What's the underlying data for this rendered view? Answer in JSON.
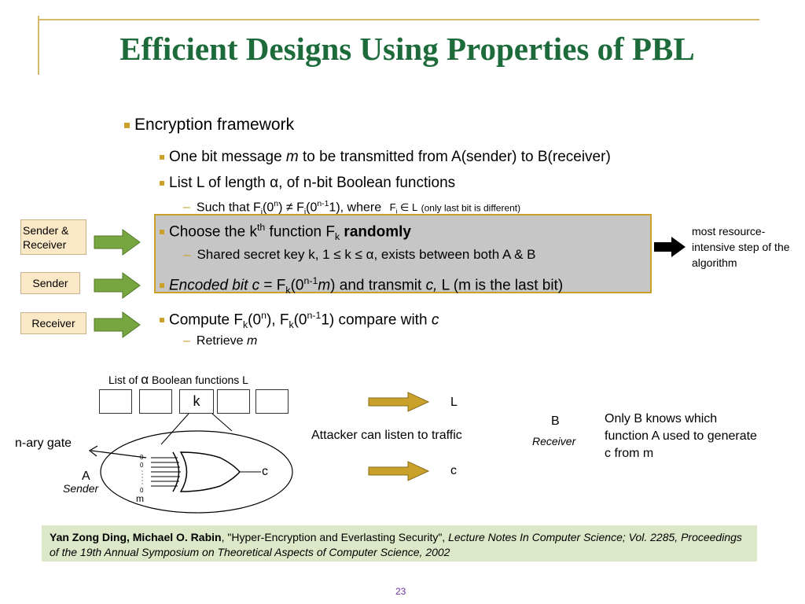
{
  "title": "Efficient Designs Using Properties of PBL",
  "bullets": {
    "encryption_framework": "Encryption framework",
    "one_bit_pre": "One bit message ",
    "one_bit_m": "m",
    "one_bit_post": " to be transmitted from A(sender) to B(receiver)",
    "list_pre": "List L of length ",
    "list_alpha": "α",
    "list_post": ", of n-bit Boolean functions",
    "such_that_pre": "Such that F",
    "such_that_sub_i": "i",
    "such_that_0": "(0",
    "such_that_sup_n": "n",
    "such_that_neq": ") ≠ F",
    "such_that_sub_i2": "i",
    "such_that_0b": "(0",
    "such_that_sup_n1": "n-1",
    "such_that_1": "1), where",
    "fi_in_l": "F",
    "fi_sub": "i",
    "in_l": " ∈ L",
    "only_last_bit": "(only last bit is different)",
    "choose_pre": "Choose the k",
    "choose_sup": "th",
    "choose_mid": " function F",
    "choose_sub": "k",
    "choose_randomly": " randomly",
    "shared_secret": "Shared secret key k, 1 ≤ k ≤ α, exists between both A & B",
    "encoded_pre": "Encoded bit c",
    "encoded_eq": " = F",
    "encoded_sub": "k",
    "encoded_0": "(0",
    "encoded_sup": "n-1",
    "encoded_m": "m",
    "encoded_post": ") and transmit ",
    "encoded_c": "c,",
    "encoded_tail": " L  (m is the last bit)",
    "compute_pre": "Compute F",
    "compute_sub1": "k",
    "compute_0": "(0",
    "compute_sup1": "n",
    "compute_mid": "), F",
    "compute_sub2": "k",
    "compute_0b": "(0",
    "compute_sup2": "n-1",
    "compute_post": "1) compare with ",
    "compute_c": "c",
    "retrieve_pre": "Retrieve ",
    "retrieve_m": "m"
  },
  "side_labels": {
    "sender_receiver": "Sender & Receiver",
    "sender": "Sender",
    "receiver": "Receiver"
  },
  "side_note": "most resource-intensive step of the algorithm",
  "diagram": {
    "list_label_pre": "List of ",
    "list_label_alpha": "α",
    "list_label_post": " Boolean functions L",
    "k_cell": "k",
    "nary_gate": "n-ary gate",
    "a_label": "A",
    "sender_label": "Sender",
    "input_0a": "0",
    "input_0b": "0",
    "input_0c": "0",
    "input_m": "m",
    "output_c": "c",
    "attacker": "Attacker can listen to traffic",
    "arrow_L": "L",
    "arrow_c": "c",
    "b_label": "B",
    "receiver_label": "Receiver",
    "only_b": "Only B knows which function A used to generate c from m"
  },
  "citation": {
    "authors": "Yan Zong Ding, Michael O. Rabin",
    "paper": ", \"Hyper-Encryption and Everlasting Security\", ",
    "venue": "Lecture Notes In Computer Science; Vol. 2285, Proceedings of the 19th Annual Symposium on Theoretical Aspects of Computer Science, 2002"
  },
  "page_number": "23",
  "colors": {
    "title_green": "#1d6b3a",
    "arrow_olive": "#c9a12a",
    "gray_box": "#c6c6c6",
    "label_peach": "#fbe8c6",
    "citation_green": "#dde8c9",
    "page_num_purple": "#7030a0"
  }
}
